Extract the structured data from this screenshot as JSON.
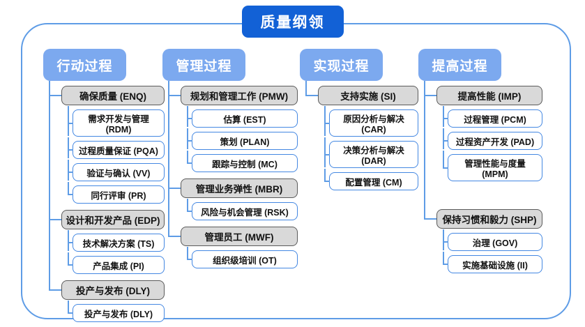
{
  "title": "质量纲领",
  "colors": {
    "title_bg": "#1261D6",
    "category_bg": "#7CA9EF",
    "group_bg": "#D9D9D9",
    "group_border": "#5A5A5A",
    "process_border": "#4387E2",
    "connector": "#5E9CE6"
  },
  "columns": [
    {
      "header": "行动过程",
      "groups": [
        {
          "label": "确保质量 (ENQ)",
          "children": [
            "需求开发与管理 (RDM)",
            "过程质量保证 (PQA)",
            "验证与确认 (VV)",
            "同行评审 (PR)"
          ]
        },
        {
          "label": "设计和开发产品 (EDP)",
          "children": [
            "技术解决方案 (TS)",
            "产品集成 (PI)"
          ]
        },
        {
          "label": "投产与发布 (DLY)",
          "children": [
            "投产与发布 (DLY)"
          ]
        }
      ]
    },
    {
      "header": "管理过程",
      "groups": [
        {
          "label": "规划和管理工作 (PMW)",
          "children": [
            "估算 (EST)",
            "策划 (PLAN)",
            "跟踪与控制 (MC)"
          ]
        },
        {
          "label": "管理业务弹性 (MBR)",
          "children": [
            "风险与机会管理 (RSK)"
          ]
        },
        {
          "label": "管理员工 (MWF)",
          "children": [
            "组织级培训 (OT)"
          ]
        }
      ]
    },
    {
      "header": "实现过程",
      "groups": [
        {
          "label": "支持实施 (SI)",
          "children": [
            "原因分析与解决 (CAR)",
            "决策分析与解决 (DAR)",
            "配置管理 (CM)"
          ]
        }
      ]
    },
    {
      "header": "提高过程",
      "groups": [
        {
          "label": "提高性能 (IMP)",
          "children": [
            "过程管理 (PCM)",
            "过程资产开发 (PAD)",
            "管理性能与度量\n(MPM)"
          ]
        },
        {
          "label": "保持习惯和毅力 (SHP)",
          "children": [
            "治理 (GOV)",
            "实施基础设施 (II)"
          ]
        }
      ]
    }
  ]
}
